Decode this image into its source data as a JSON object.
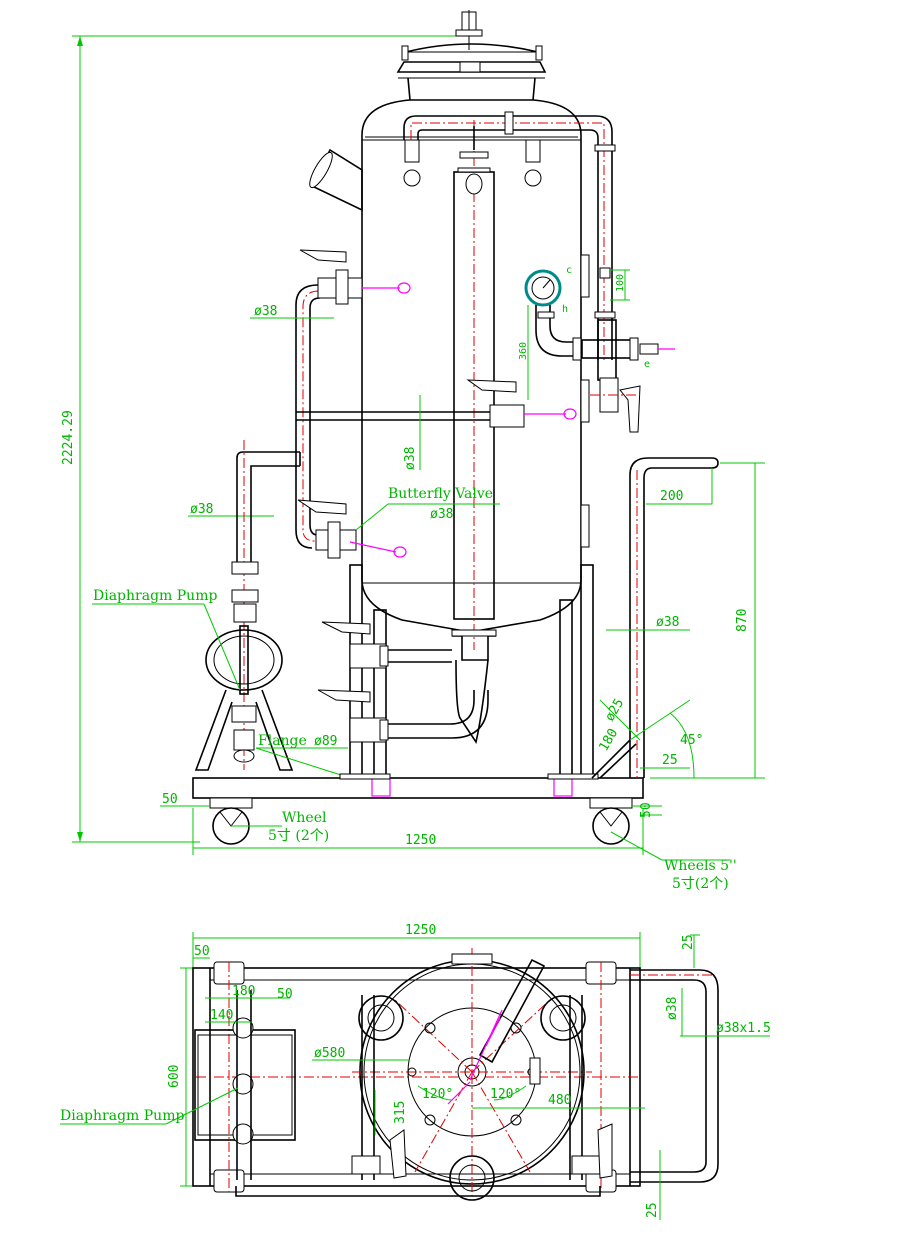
{
  "front_view": {
    "overall_height": "2224.29",
    "labels": {
      "d38_upper": "ø38",
      "d38_vertical": "ø38",
      "d38_left": "ø38",
      "butterfly_valve": "Butterfly Valve",
      "butterfly_d38": "ø38",
      "diaphragm_pump": "Diaphragm Pump",
      "flange": "Flange",
      "flange_d89": "ø89",
      "wheel": "Wheel",
      "wheel_spec": "5寸 (2个)",
      "wheels_right": "Wheels 5''",
      "wheels_right_spec": "5寸(2个)",
      "handle_d38": "ø38"
    },
    "dims": {
      "width": "1250",
      "left_offset": "50",
      "right_offset": "50",
      "handle_reach": "200",
      "handle_height": "870",
      "d25": "ø25",
      "d25_offset": "25",
      "brace": "180",
      "angle": "45°",
      "gauge_drop": "360",
      "gauge_pitch": "100",
      "c_mark": "c",
      "e_mark": "e",
      "h_mark": "h"
    }
  },
  "top_view": {
    "labels": {
      "width": "1250",
      "depth": "600",
      "d50": "50",
      "d180": "180",
      "d50b": "50",
      "d140": "140",
      "d580": "ø580",
      "angle_left": "120°",
      "angle_right": "120°",
      "d480": "480",
      "d315": "315",
      "d25_top": "25",
      "d25_bottom": "25",
      "handle_d38": "ø38",
      "tube_spec": "ø38x1.5",
      "diaphragm_pump": "Diaphragm Pump"
    }
  }
}
